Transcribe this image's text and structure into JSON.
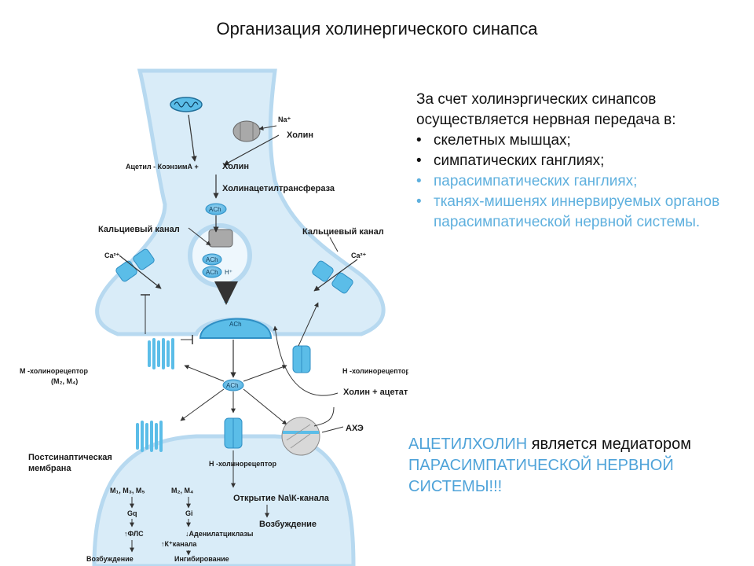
{
  "title": "Организация холинергического синапса",
  "diagram": {
    "labels": {
      "na": "Na⁺",
      "choline_top": "Холин",
      "acetyl_coa": "Ацетил - КоэнзимА +",
      "choline_plus": "Холин",
      "chat": "Холинацетилтрансфераза",
      "ach": "ACh",
      "hplus": "H⁺",
      "calcium_left": "Кальциевый канал",
      "calcium_right": "Кальциевый канал",
      "ca_left": "Ca²⁺",
      "ca_right": "Ca²⁺",
      "m_receptor": "М -холинорецептор",
      "m_receptor_sub": "(М₂, М₄)",
      "n_receptor": "Н -холинорецептор",
      "choline_acetate": "Холин + ацетат",
      "ache": "АХЭ",
      "postsynaptic": "Постсинаптическая",
      "membrane": "мембрана",
      "n_receptor_post": "Н -холинорецептор",
      "m_types_a": "М₁, М₃, М₅",
      "m_types_b": "М₂, М₄",
      "gq": "Gq",
      "gi": "Gi",
      "open_channel": "Открытие Na\\К-канала",
      "flc": "↑ФЛС",
      "adenylate": "↓Аденилатциклазы",
      "k_channels": "↑К⁺канала",
      "excitation_right": "Возбуждение",
      "excitation_left": "Возбуждение",
      "inhibition": "Ингибирование"
    }
  },
  "info": {
    "intro": "За счет холинэргических синапсов осуществляется нервная передача в:",
    "items": [
      {
        "text": "скелетных мышцах;",
        "style": "normal"
      },
      {
        "text": "симпатических ганглиях;",
        "style": "normal"
      },
      {
        "text": "парасимпатических ганглиях;",
        "style": "dim"
      },
      {
        "text": "тканях-мишенях иннервируемых органов парасимпатической нервной системы.",
        "style": "dim"
      }
    ]
  },
  "summary": {
    "part1": "АЦЕТИЛХОЛИН",
    "part2": " является медиатором ",
    "part3": "ПАРАСИМПАТИЧЕСКОЙ НЕРВНОЙ СИСТЕМЫ!!!"
  },
  "colors": {
    "cell": "#d9ecf8",
    "membrane": "#b7d9f0",
    "protein": "#5bbde8",
    "accent": "#4fa3d9"
  }
}
